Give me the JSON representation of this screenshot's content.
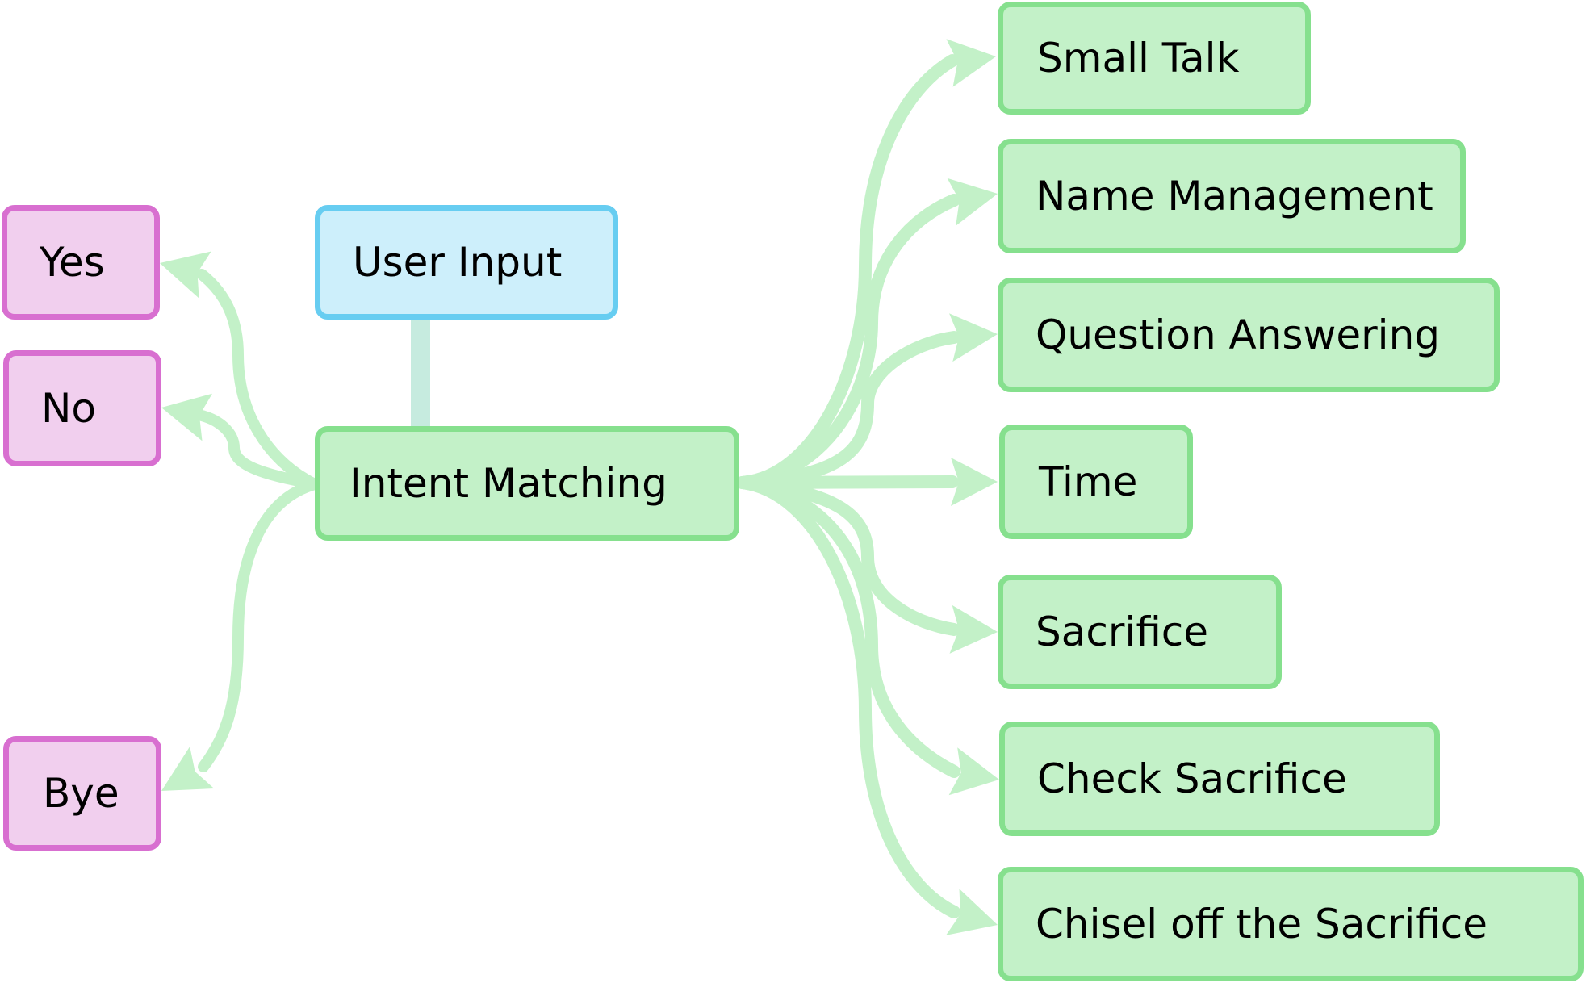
{
  "colors": {
    "green_fill": "#c3f1c8",
    "green_border": "#86e08e",
    "green_edge": "#c3f1c8",
    "pink_fill": "#f1cfee",
    "pink_border": "#d86fd0",
    "blue_fill": "#cdeffb",
    "blue_border": "#67cdf1",
    "stem": "#c6ebdf"
  },
  "nodes": {
    "user_input": "User Input",
    "intent_matching": "Intent Matching",
    "yes": "Yes",
    "no": "No",
    "bye": "Bye",
    "small_talk": "Small Talk",
    "name_management": "Name Management",
    "question_answering": "Question Answering",
    "time": "Time",
    "sacrifice": "Sacrifice",
    "check_sacrifice": "Check Sacrifice",
    "chisel_off": "Chisel off the Sacrifice"
  }
}
